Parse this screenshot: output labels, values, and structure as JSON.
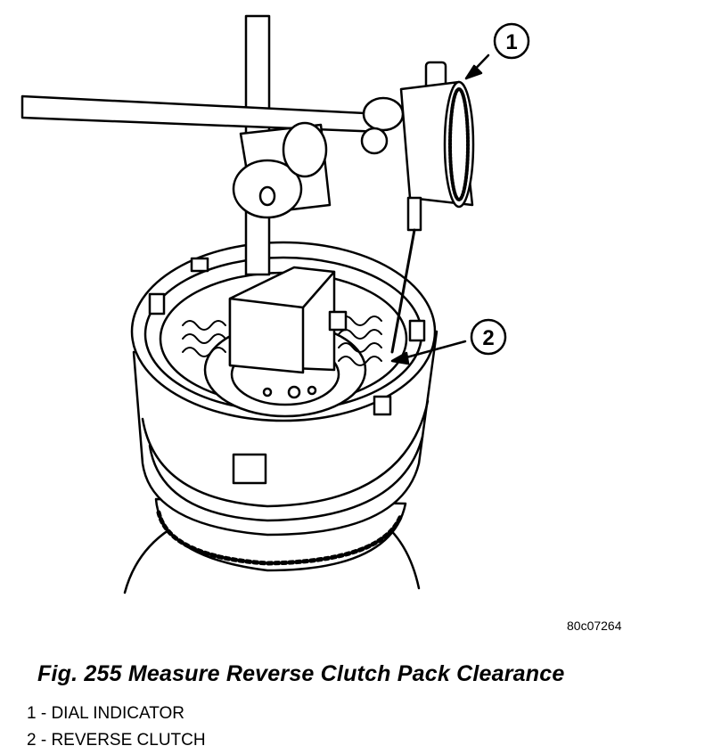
{
  "figure": {
    "reference_code": "80c07264",
    "caption": "Fig. 255 Measure Reverse Clutch Pack Clearance",
    "callouts": [
      {
        "number": "1",
        "label": "DIAL INDICATOR",
        "legend_text": "1 - DIAL INDICATOR"
      },
      {
        "number": "2",
        "label": "REVERSE CLUTCH",
        "legend_text": "2 - REVERSE CLUTCH"
      }
    ]
  }
}
